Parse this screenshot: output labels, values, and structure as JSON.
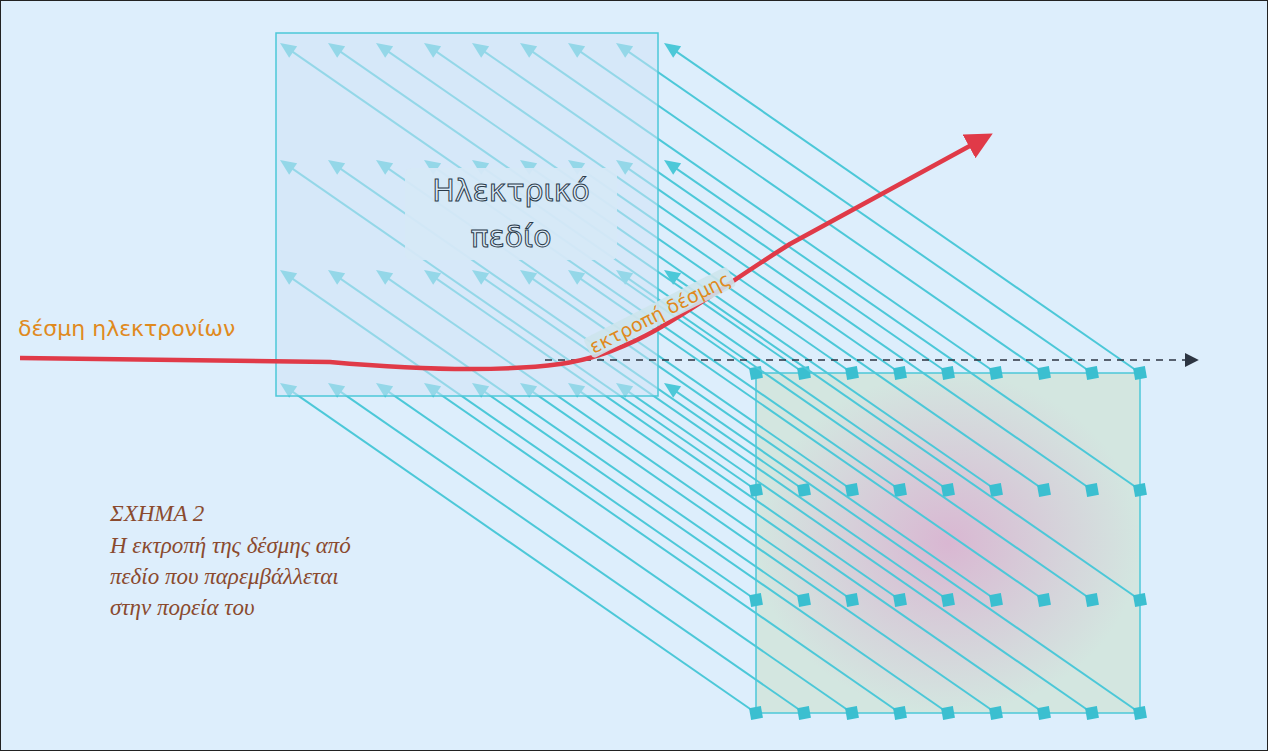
{
  "diagram": {
    "title": "ΣΧΗΜΑ 2",
    "caption": "Η εκτροπή της δέσμης από πεδίο που παρεμβάλλεται στην πορεία του",
    "labels": [
      "Ηλεκτρικό πεδίο",
      "δέσμη ηλεκτρονίων",
      "εκτροπή δέσμης"
    ]
  }
}
